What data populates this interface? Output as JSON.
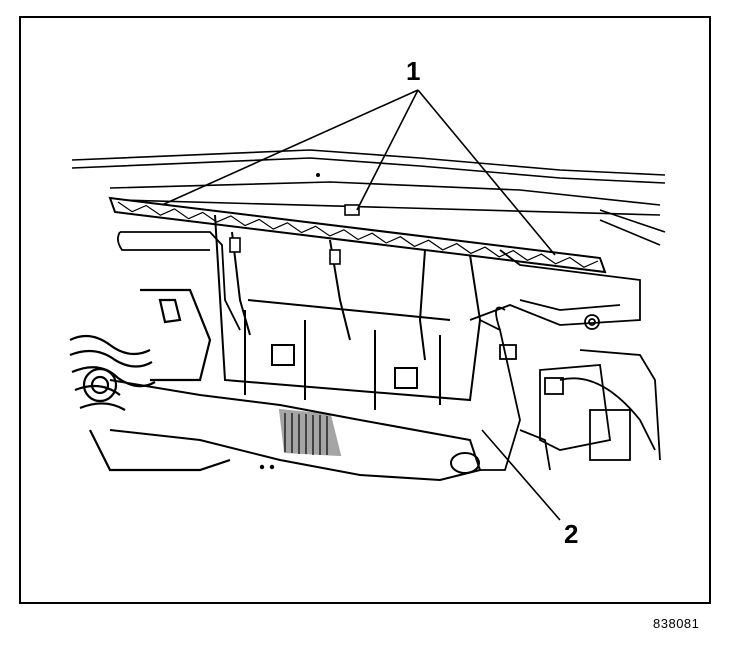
{
  "callouts": [
    {
      "number": "1"
    },
    {
      "number": "2"
    }
  ],
  "figure_id": "838081"
}
